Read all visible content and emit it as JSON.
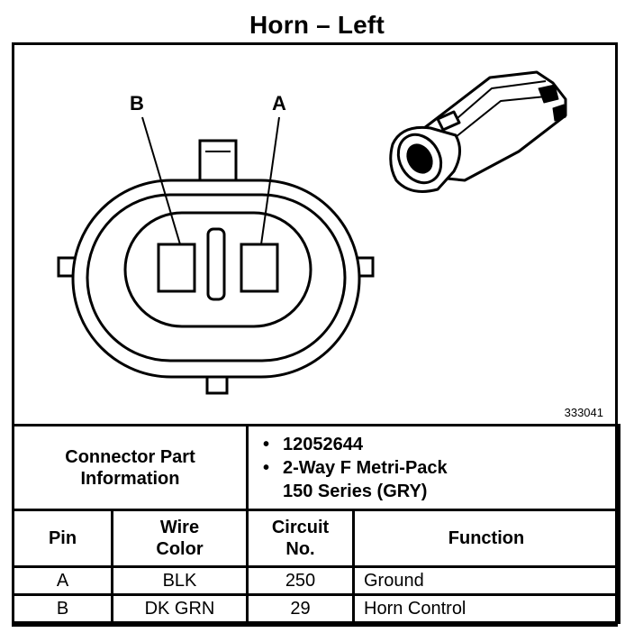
{
  "title": "Horn – Left",
  "figure": {
    "id_label": "333041",
    "pin_label_b": "B",
    "pin_label_a": "A"
  },
  "connector_info": {
    "label_line1": "Connector Part",
    "label_line2": "Information",
    "items": [
      "12052644",
      "2-Way F Metri-Pack",
      "150 Series (GRY)"
    ]
  },
  "table": {
    "headers": {
      "pin": "Pin",
      "wire_color_1": "Wire",
      "wire_color_2": "Color",
      "circuit_1": "Circuit",
      "circuit_2": "No.",
      "function": "Function"
    },
    "rows": [
      {
        "pin": "A",
        "wire_color": "BLK",
        "circuit": "250",
        "function": "Ground"
      },
      {
        "pin": "B",
        "wire_color": "DK GRN",
        "circuit": "29",
        "function": "Horn Control"
      }
    ]
  }
}
